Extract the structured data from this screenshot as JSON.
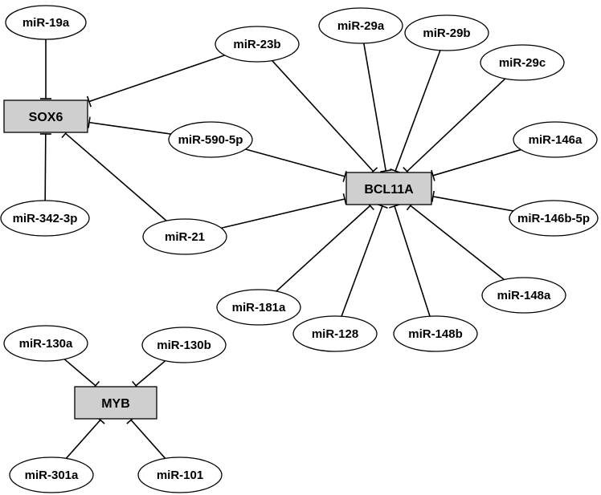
{
  "genes": [
    {
      "id": "SOX6",
      "label": "SOX6"
    },
    {
      "id": "BCL11A",
      "label": "BCL11A"
    },
    {
      "id": "MYB",
      "label": "MYB"
    }
  ],
  "mirnas": [
    {
      "id": "miR-19a",
      "label": "miR-19a"
    },
    {
      "id": "miR-342-3p",
      "label": "miR-342-3p"
    },
    {
      "id": "miR-23b",
      "label": "miR-23b"
    },
    {
      "id": "miR-590-5p",
      "label": "miR-590-5p"
    },
    {
      "id": "miR-21",
      "label": "miR-21"
    },
    {
      "id": "miR-29a",
      "label": "miR-29a"
    },
    {
      "id": "miR-29b",
      "label": "miR-29b"
    },
    {
      "id": "miR-29c",
      "label": "miR-29c"
    },
    {
      "id": "miR-146a",
      "label": "miR-146a"
    },
    {
      "id": "miR-146b-5p",
      "label": "miR-146b-5p"
    },
    {
      "id": "miR-148a",
      "label": "miR-148a"
    },
    {
      "id": "miR-148b",
      "label": "miR-148b"
    },
    {
      "id": "miR-128",
      "label": "miR-128"
    },
    {
      "id": "miR-181a",
      "label": "miR-181a"
    },
    {
      "id": "miR-130a",
      "label": "miR-130a"
    },
    {
      "id": "miR-130b",
      "label": "miR-130b"
    },
    {
      "id": "miR-301a",
      "label": "miR-301a"
    },
    {
      "id": "miR-101",
      "label": "miR-101"
    }
  ],
  "edges": [
    {
      "from": "miR-19a",
      "to": "SOX6",
      "type": "inhibition"
    },
    {
      "from": "miR-342-3p",
      "to": "SOX6",
      "type": "inhibition"
    },
    {
      "from": "miR-23b",
      "to": "SOX6",
      "type": "inhibition"
    },
    {
      "from": "miR-590-5p",
      "to": "SOX6",
      "type": "inhibition"
    },
    {
      "from": "miR-21",
      "to": "SOX6",
      "type": "inhibition"
    },
    {
      "from": "miR-23b",
      "to": "BCL11A",
      "type": "inhibition"
    },
    {
      "from": "miR-590-5p",
      "to": "BCL11A",
      "type": "inhibition"
    },
    {
      "from": "miR-21",
      "to": "BCL11A",
      "type": "inhibition"
    },
    {
      "from": "miR-29a",
      "to": "BCL11A",
      "type": "inhibition"
    },
    {
      "from": "miR-29b",
      "to": "BCL11A",
      "type": "inhibition"
    },
    {
      "from": "miR-29c",
      "to": "BCL11A",
      "type": "inhibition"
    },
    {
      "from": "miR-146a",
      "to": "BCL11A",
      "type": "inhibition"
    },
    {
      "from": "miR-146b-5p",
      "to": "BCL11A",
      "type": "inhibition"
    },
    {
      "from": "miR-148a",
      "to": "BCL11A",
      "type": "inhibition"
    },
    {
      "from": "miR-148b",
      "to": "BCL11A",
      "type": "inhibition"
    },
    {
      "from": "miR-128",
      "to": "BCL11A",
      "type": "inhibition"
    },
    {
      "from": "miR-181a",
      "to": "BCL11A",
      "type": "inhibition"
    },
    {
      "from": "miR-130a",
      "to": "MYB",
      "type": "inhibition"
    },
    {
      "from": "miR-130b",
      "to": "MYB",
      "type": "inhibition"
    },
    {
      "from": "miR-301a",
      "to": "MYB",
      "type": "inhibition"
    },
    {
      "from": "miR-101",
      "to": "MYB",
      "type": "inhibition"
    }
  ],
  "colors": {
    "gene_fill": "#cfcfcf",
    "mirna_fill": "#ffffff",
    "stroke": "#000000"
  }
}
